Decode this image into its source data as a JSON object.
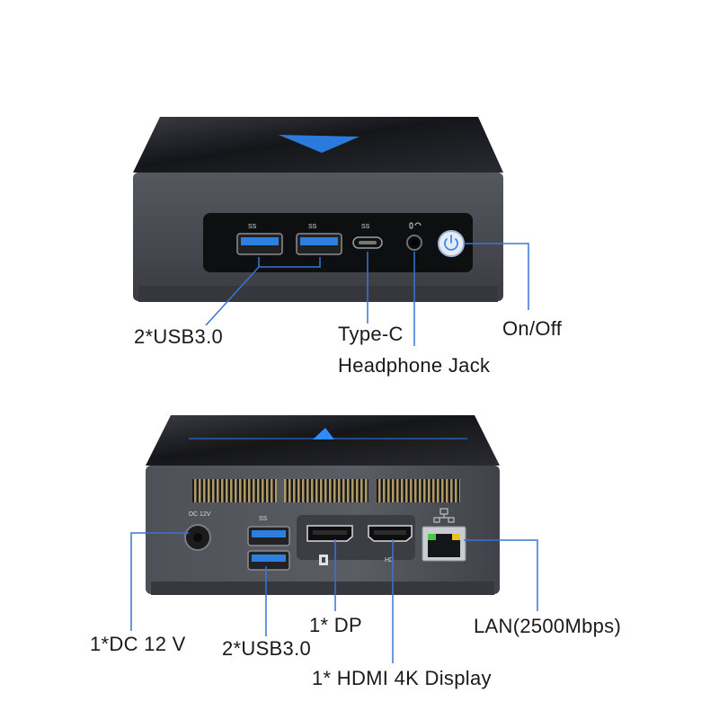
{
  "colors": {
    "callout_line": "#3a73d8",
    "body_dark": "#2c2e33",
    "top_dark": "#1c1d21",
    "accent_blue": "#2f8cff",
    "usb_blue": "#2d7fe0",
    "vent_gold": "#b09a6a"
  },
  "front": {
    "usb_labels": [
      "2*USB3.0"
    ],
    "typec_label": "Type-C",
    "headphone_label": "Headphone Jack",
    "power_label": "On/Off",
    "port_icons": {
      "usb1": "SS",
      "usb2": "SS",
      "typec": "SS"
    }
  },
  "rear": {
    "dc_label": "1*DC 12 V",
    "usb_label": "2*USB3.0",
    "dp_label": "1* DP",
    "hdmi_label": "1* HDMI 4K Display",
    "lan_label": "LAN(2500Mbps)",
    "dc_marking": "DC 12V",
    "usb_marking": "SS",
    "hdmi_marking": "HD"
  }
}
